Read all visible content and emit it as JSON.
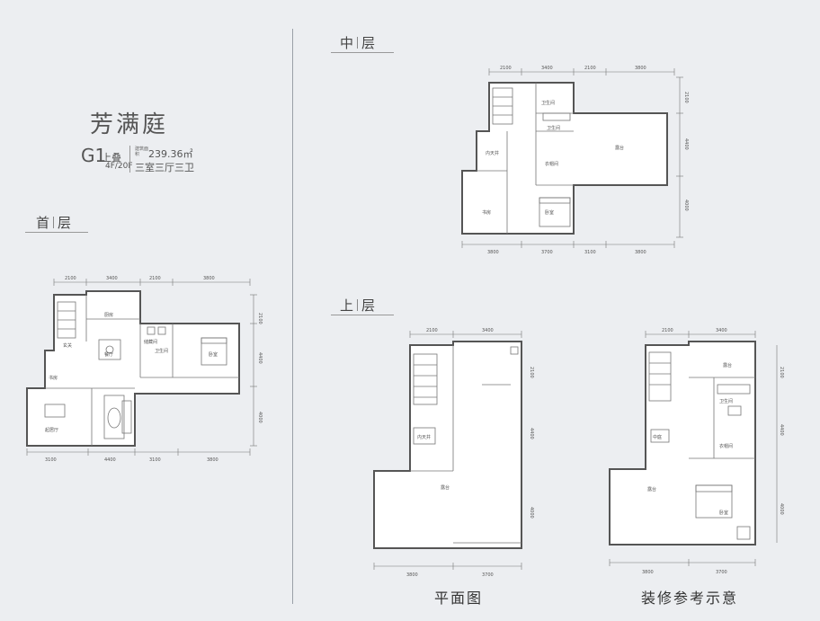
{
  "header": {
    "project_name": "芳满庭",
    "unit_code": "G1",
    "unit_type": "上叠",
    "floor_range": "4F/20F",
    "area_caption": "建筑面积",
    "area": "239.36㎡",
    "layout": "三室三厅三卫"
  },
  "floors": {
    "ground": {
      "label_a": "首",
      "label_b": "层",
      "dims_top": [
        "2100",
        "3400",
        "2100",
        "3800"
      ],
      "dims_bottom": [
        "3100",
        "4400",
        "3100",
        "3800"
      ],
      "dims_right": [
        "2100",
        "4400",
        "4000"
      ],
      "rooms": [
        "厨房",
        "玄关",
        "餐厅",
        "储藏间",
        "卫生间",
        "卧室",
        "书房",
        "起居厅"
      ]
    },
    "middle": {
      "label_a": "中",
      "label_b": "层",
      "dims_top": [
        "2100",
        "3400",
        "2100",
        "3800"
      ],
      "dims_bottom": [
        "3800",
        "3700",
        "3100",
        "3800"
      ],
      "dims_right": [
        "2100",
        "4400",
        "4000"
      ],
      "rooms": [
        "卫生间",
        "卫生间",
        "衣帽间",
        "内天井",
        "露台",
        "书房",
        "卧室"
      ]
    },
    "upper": {
      "label_a": "上",
      "label_b": "层",
      "dims_top": [
        "2100",
        "3400"
      ],
      "dims_bottom": [
        "3800",
        "3700"
      ],
      "dims_right": [
        "2100",
        "4400",
        "4000"
      ],
      "rooms": [
        "内天井",
        "露台"
      ]
    },
    "upper_furnished": {
      "dims_top": [
        "2100",
        "3400"
      ],
      "dims_bottom": [
        "3800",
        "3700"
      ],
      "dims_right": [
        "2100",
        "4400",
        "4000"
      ],
      "rooms": [
        "露台",
        "卫生间",
        "衣帽间",
        "露台",
        "卧室",
        "中庭"
      ]
    }
  },
  "captions": {
    "plan": "平面图",
    "decor": "装修参考示意"
  }
}
